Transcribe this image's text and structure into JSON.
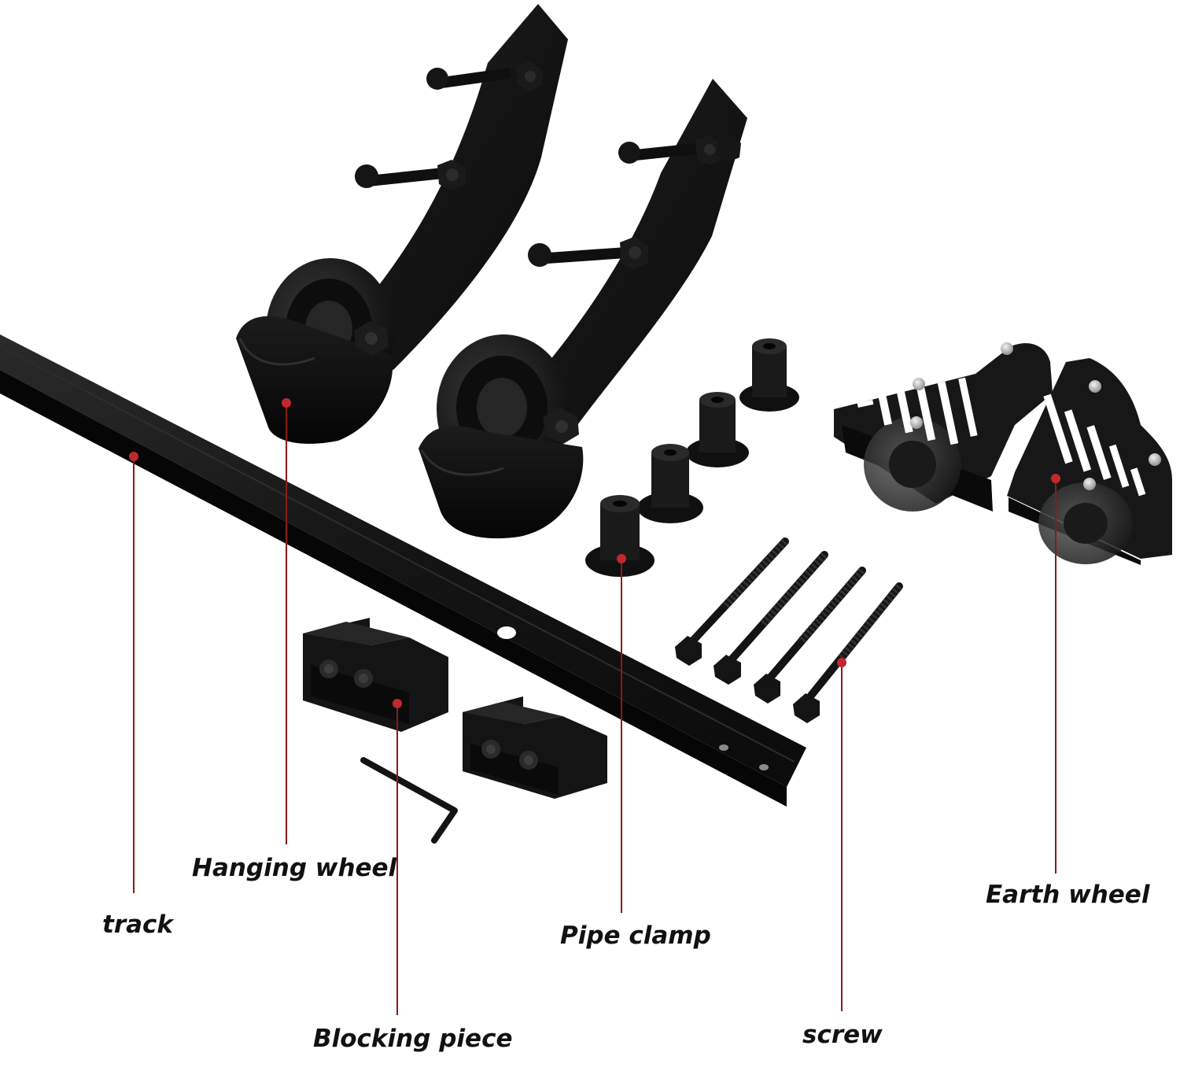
{
  "colors": {
    "hardware": "#151515",
    "hardware_shade": "#0a0a0a",
    "hardware_highlight": "#2e2e2e",
    "leader_line": "#8b1a1a",
    "leader_dot": "#c0282d",
    "label_text": "#111111",
    "background": "#ffffff"
  },
  "callouts": [
    {
      "key": "hanging",
      "text": "Hanging wheel"
    },
    {
      "key": "track",
      "text": "track"
    },
    {
      "key": "pipe",
      "text": "Pipe clamp"
    },
    {
      "key": "earth",
      "text": "Earth wheel"
    },
    {
      "key": "block",
      "text": "Blocking piece"
    },
    {
      "key": "screw",
      "text": "screw"
    }
  ]
}
